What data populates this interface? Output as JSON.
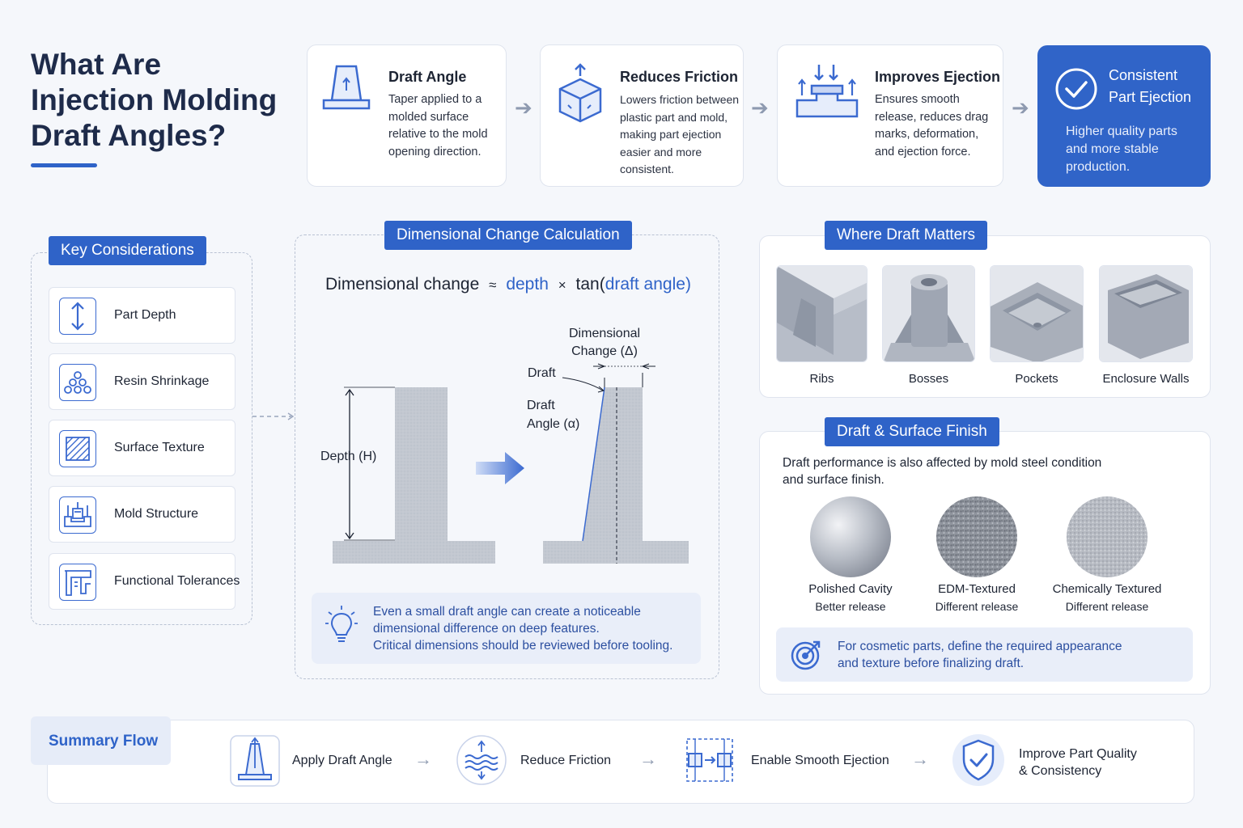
{
  "title": {
    "line1": "What Are",
    "line2": "Injection Molding",
    "line3": "Draft Angles?"
  },
  "top_cards": [
    {
      "title": "Draft Angle",
      "lines": [
        "Taper applied to a",
        "molded surface",
        "relative to the mold",
        "opening direction."
      ],
      "icon": "draft-taper-icon"
    },
    {
      "title": "Reduces Friction",
      "lines": [
        "Lowers friction between",
        "plastic part and mold,",
        "making part ejection",
        "easier and more",
        "consistent."
      ],
      "icon": "cube-friction-icon"
    },
    {
      "title": "Improves Ejection",
      "lines": [
        "Ensures smooth",
        "release, reduces drag",
        "marks, deformation,",
        "and ejection force."
      ],
      "icon": "ejection-icon"
    }
  ],
  "final_card": {
    "title_line1": "Consistent",
    "title_line2": "Part Ejection",
    "lines": [
      "Higher quality parts",
      "and more stable",
      "production."
    ],
    "icon": "check-circle-icon"
  },
  "key_considerations": {
    "label": "Key Considerations",
    "items": [
      {
        "label": "Part Depth",
        "icon": "vertical-arrows-icon"
      },
      {
        "label": "Resin Shrinkage",
        "icon": "pellets-icon"
      },
      {
        "label": "Surface Texture",
        "icon": "hatch-texture-icon"
      },
      {
        "label": "Mold Structure",
        "icon": "mold-structure-icon"
      },
      {
        "label": "Functional Tolerances",
        "icon": "caliper-icon"
      }
    ]
  },
  "dimensional": {
    "label": "Dimensional Change Calculation",
    "formula_prefix": "Dimensional change",
    "approx": "≈",
    "depth": "depth",
    "times": "×",
    "tan_open": "tan(",
    "draft_angle": "draft angle",
    "close": ")",
    "depth_label": "Depth (H)",
    "dim_change_line1": "Dimensional",
    "dim_change_line2": "Change (Δ)",
    "draft_label": "Draft",
    "draft_angle_line1": "Draft",
    "draft_angle_line2": "Angle (α)",
    "note_lines": [
      "Even a small draft angle can create a noticeable",
      "dimensional difference on deep features.",
      "Critical dimensions should be reviewed before tooling."
    ],
    "note_icon": "lightbulb-icon"
  },
  "where_draft": {
    "label": "Where Draft Matters",
    "items": [
      "Ribs",
      "Bosses",
      "Pockets",
      "Enclosure Walls"
    ]
  },
  "surface_finish": {
    "label": "Draft & Surface Finish",
    "intro_lines": [
      "Draft performance is also affected by mold steel condition",
      "and surface finish."
    ],
    "samples": [
      {
        "name": "Polished Cavity",
        "note": "Better release"
      },
      {
        "name": "EDM-Textured",
        "note": "Different release"
      },
      {
        "name": "Chemically Textured",
        "note": "Different release"
      }
    ],
    "note_lines": [
      "For cosmetic parts, define the required appearance",
      "and texture before finalizing draft."
    ],
    "note_icon": "target-icon"
  },
  "summary": {
    "label": "Summary Flow",
    "steps": [
      {
        "label": "Apply Draft Angle",
        "icon": "draft-taper-icon"
      },
      {
        "label": "Reduce Friction",
        "icon": "wave-icon"
      },
      {
        "label": "Enable Smooth Ejection",
        "icon": "ejection-mold-icon"
      },
      {
        "label_line1": "Improve Part Quality",
        "label_line2": "& Consistency",
        "icon": "shield-check-icon"
      }
    ]
  },
  "colors": {
    "accent": "#2f63c8",
    "background": "#f5f7fb",
    "metal": "#c3c8d1"
  }
}
